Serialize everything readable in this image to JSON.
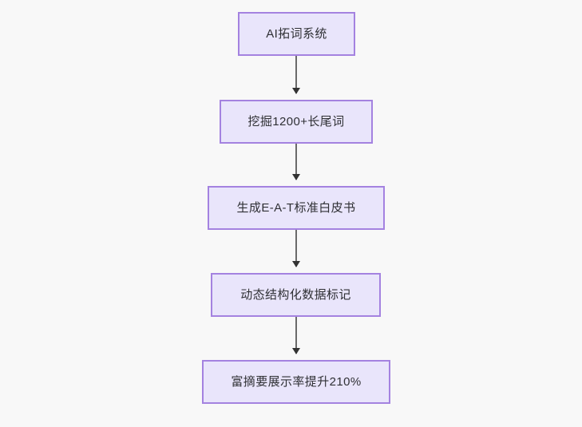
{
  "diagram": {
    "type": "flowchart",
    "direction": "top-to-bottom",
    "background_color": "#f8f8f8",
    "node_fill_color": "#e9e5fb",
    "node_border_color": "#a482e0",
    "node_text_color": "#2f3034",
    "connector_color": "#6a6a6a",
    "arrowhead_color": "#333333",
    "nodes": [
      {
        "id": "node-0",
        "label": "AI拓词系统"
      },
      {
        "id": "node-1",
        "label": "挖掘1200+长尾词"
      },
      {
        "id": "node-2",
        "label": "生成E-A-T标准白皮书"
      },
      {
        "id": "node-3",
        "label": "动态结构化数据标记"
      },
      {
        "id": "node-4",
        "label": "富摘要展示率提升210%"
      }
    ],
    "edges": [
      {
        "id": "edge-0",
        "from": "node-0",
        "to": "node-1",
        "style": "solid-arrow"
      },
      {
        "id": "edge-1",
        "from": "node-1",
        "to": "node-2",
        "style": "solid-arrow"
      },
      {
        "id": "edge-2",
        "from": "node-2",
        "to": "node-3",
        "style": "solid-arrow"
      },
      {
        "id": "edge-3",
        "from": "node-3",
        "to": "node-4",
        "style": "solid-arrow"
      }
    ]
  }
}
